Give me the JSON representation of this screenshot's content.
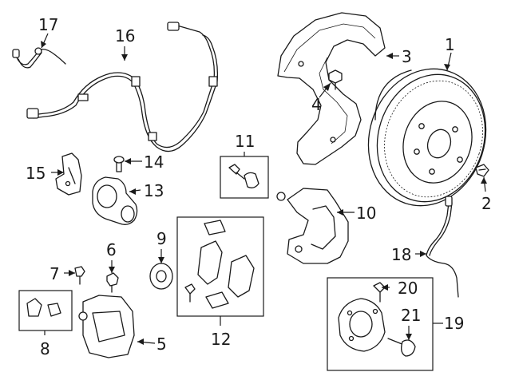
{
  "diagram": {
    "callouts": [
      {
        "id": "c1",
        "label": "1"
      },
      {
        "id": "c2",
        "label": "2"
      },
      {
        "id": "c3",
        "label": "3"
      },
      {
        "id": "c4",
        "label": "4"
      },
      {
        "id": "c5",
        "label": "5"
      },
      {
        "id": "c6",
        "label": "6"
      },
      {
        "id": "c7",
        "label": "7"
      },
      {
        "id": "c8",
        "label": "8"
      },
      {
        "id": "c9",
        "label": "9"
      },
      {
        "id": "c10",
        "label": "10"
      },
      {
        "id": "c11",
        "label": "11"
      },
      {
        "id": "c12",
        "label": "12"
      },
      {
        "id": "c13",
        "label": "13"
      },
      {
        "id": "c14",
        "label": "14"
      },
      {
        "id": "c15",
        "label": "15"
      },
      {
        "id": "c16",
        "label": "16"
      },
      {
        "id": "c17",
        "label": "17"
      },
      {
        "id": "c18",
        "label": "18"
      },
      {
        "id": "c19",
        "label": "19"
      },
      {
        "id": "c20",
        "label": "20"
      },
      {
        "id": "c21",
        "label": "21"
      }
    ],
    "colors": {
      "line": "#1a1a1a",
      "background": "#ffffff"
    }
  }
}
